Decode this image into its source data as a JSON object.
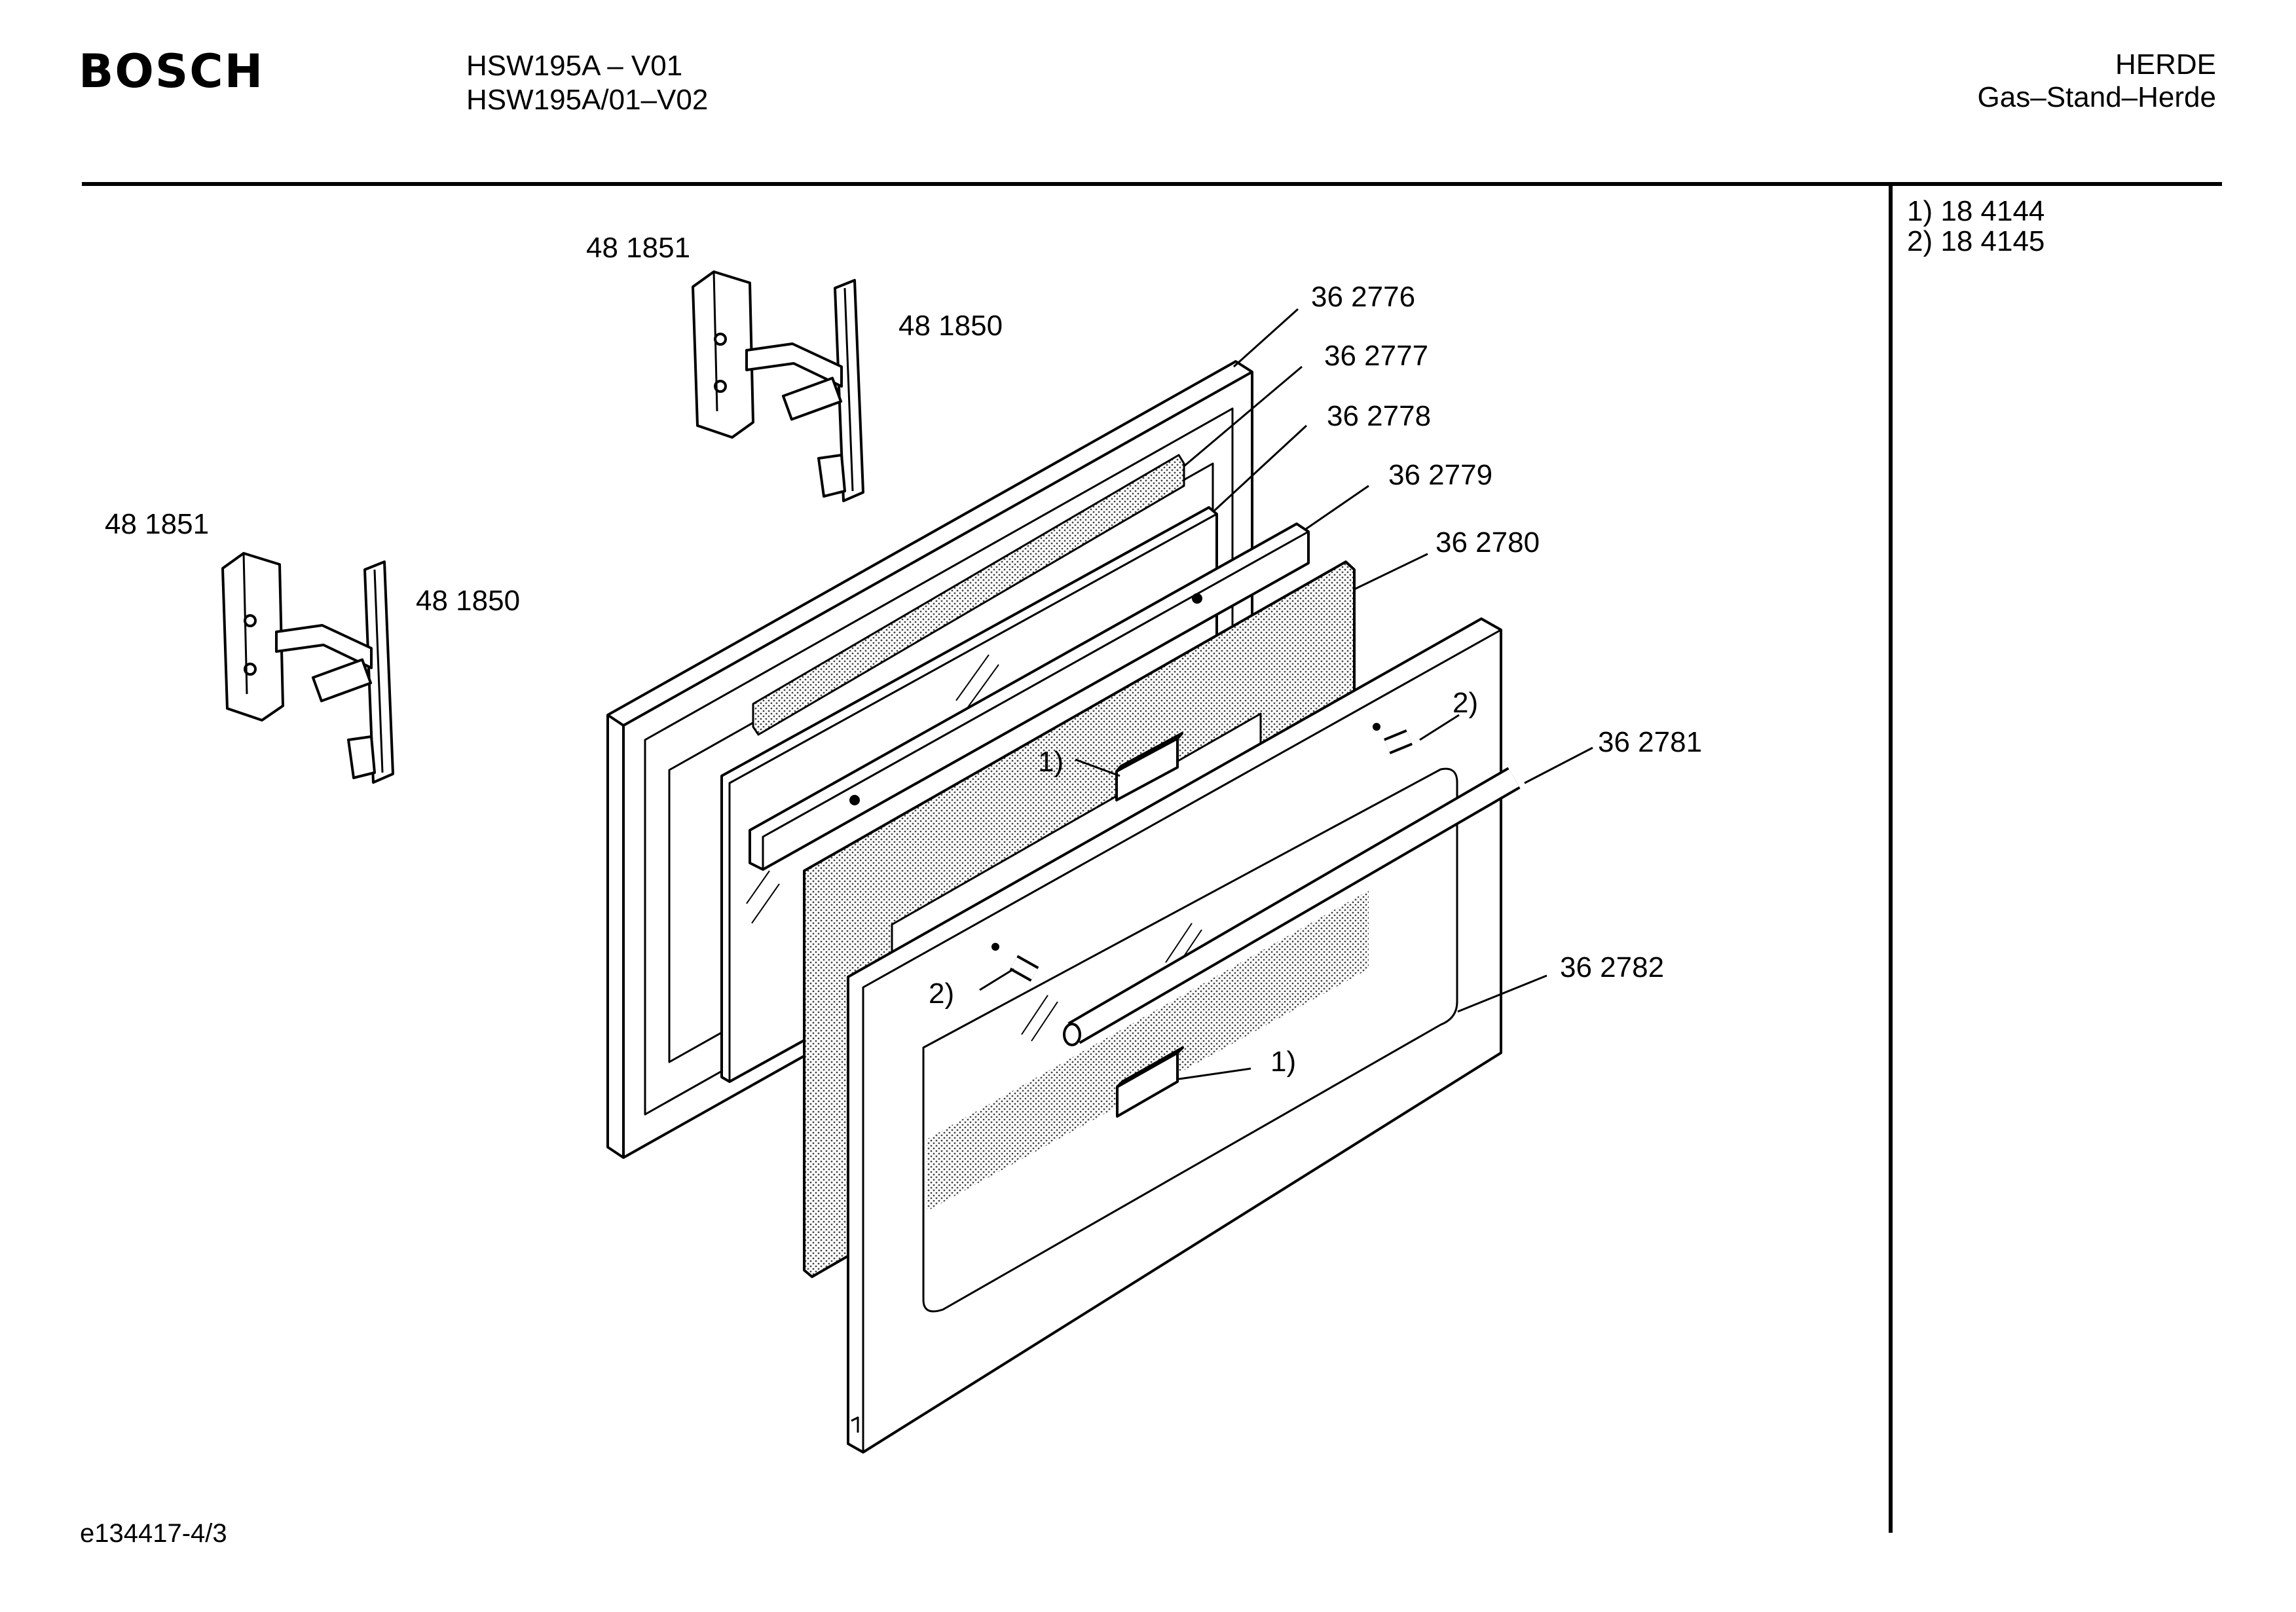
{
  "header": {
    "brand": "BOSCH",
    "model_line1": "HSW195A – V01",
    "model_line2": "HSW195A/01–V02",
    "category": "HERDE",
    "subcategory": "Gas–Stand–Herde"
  },
  "notes": [
    "1)  18 4144",
    "2)  18 4145"
  ],
  "parts": {
    "hinge_upper_a": "48 1851",
    "hinge_upper_b": "48 1850",
    "hinge_lower_a": "48 1851",
    "hinge_lower_b": "48 1850",
    "door_frame": "36 2776",
    "seal": "36 2777",
    "inner_glass": "36 2778",
    "glass_profile": "36 2779",
    "middle_glass": "36 2780",
    "handle": "36 2781",
    "outer_panel": "36 2782"
  },
  "callouts": {
    "ref1_upper": "1)",
    "ref2_upper": "2)",
    "ref2_lower": "2)",
    "ref1_lower": "1)"
  },
  "footer": {
    "doc_id": "e134417-4/3"
  }
}
